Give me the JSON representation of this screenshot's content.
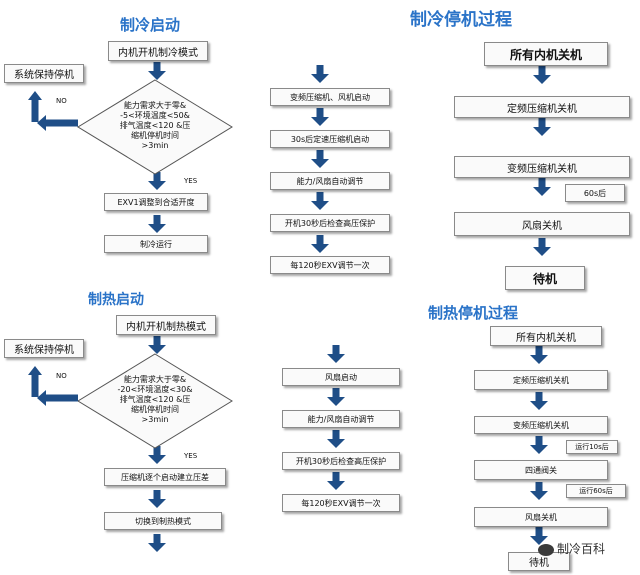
{
  "cool_start": {
    "title": "制冷启动",
    "step1": "内机开机制冷模式",
    "keep_stop": "系统保持停机",
    "no": "NO",
    "yes": "YES",
    "decision": "能力需求大于零&\n-5<环境温度<50&\n排气温度<120 &压\n缩机停机时间\n>3min",
    "step2": "EXV1调整到合适开度",
    "step3": "制冷运行"
  },
  "cool_run": {
    "s1": "变频压缩机、风机启动",
    "s2": "30s后定速压缩机启动",
    "s3": "能力/风扇自动调节",
    "s4": "开机30秒后检查高压保护",
    "s5": "每120秒EXV调节一次"
  },
  "cool_stop": {
    "title": "制冷停机过程",
    "s1": "所有内机关机",
    "s2": "定频压缩机关机",
    "s3": "变频压缩机关机",
    "delay": "60s后",
    "s4": "风扇关机",
    "s5": "待机"
  },
  "heat_start": {
    "title": "制热启动",
    "step1": "内机开机制热模式",
    "keep_stop": "系统保持停机",
    "no": "NO",
    "yes": "YES",
    "decision": "能力需求大于零&\n-20<环境温度<30&\n排气温度<120 &压\n缩机停机时间\n>3min",
    "step2": "压缩机逐个启动建立压差",
    "step3": "切换到制热模式"
  },
  "heat_run": {
    "s1": "风扇启动",
    "s2": "能力/风扇自动调节",
    "s3": "开机30秒后检查高压保护",
    "s4": "每120秒EXV调节一次"
  },
  "heat_stop": {
    "title": "制热停机过程",
    "s1": "所有内机关机",
    "s2": "定频压缩机关机",
    "s3": "变频压缩机关机",
    "delay1": "运行10s后",
    "s4": "四通阀关",
    "delay2": "运行60s后",
    "s5": "风扇关机",
    "s6": "待机"
  },
  "watermark": "制冷百科",
  "colors": {
    "title": "#2a73c8",
    "arrow": "#1f4e87"
  }
}
